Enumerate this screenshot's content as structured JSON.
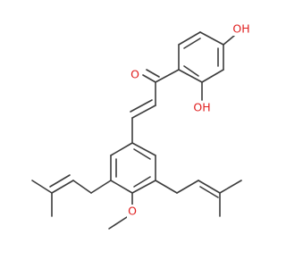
{
  "structure": {
    "bond_color": "#3c3c3c",
    "heteroatom_color": "#e02020",
    "labels": {
      "ketone_oxygen": "O",
      "hydroxyl_para": "OH",
      "hydroxyl_ortho": "OH",
      "methoxy_oxygen": "O"
    }
  }
}
